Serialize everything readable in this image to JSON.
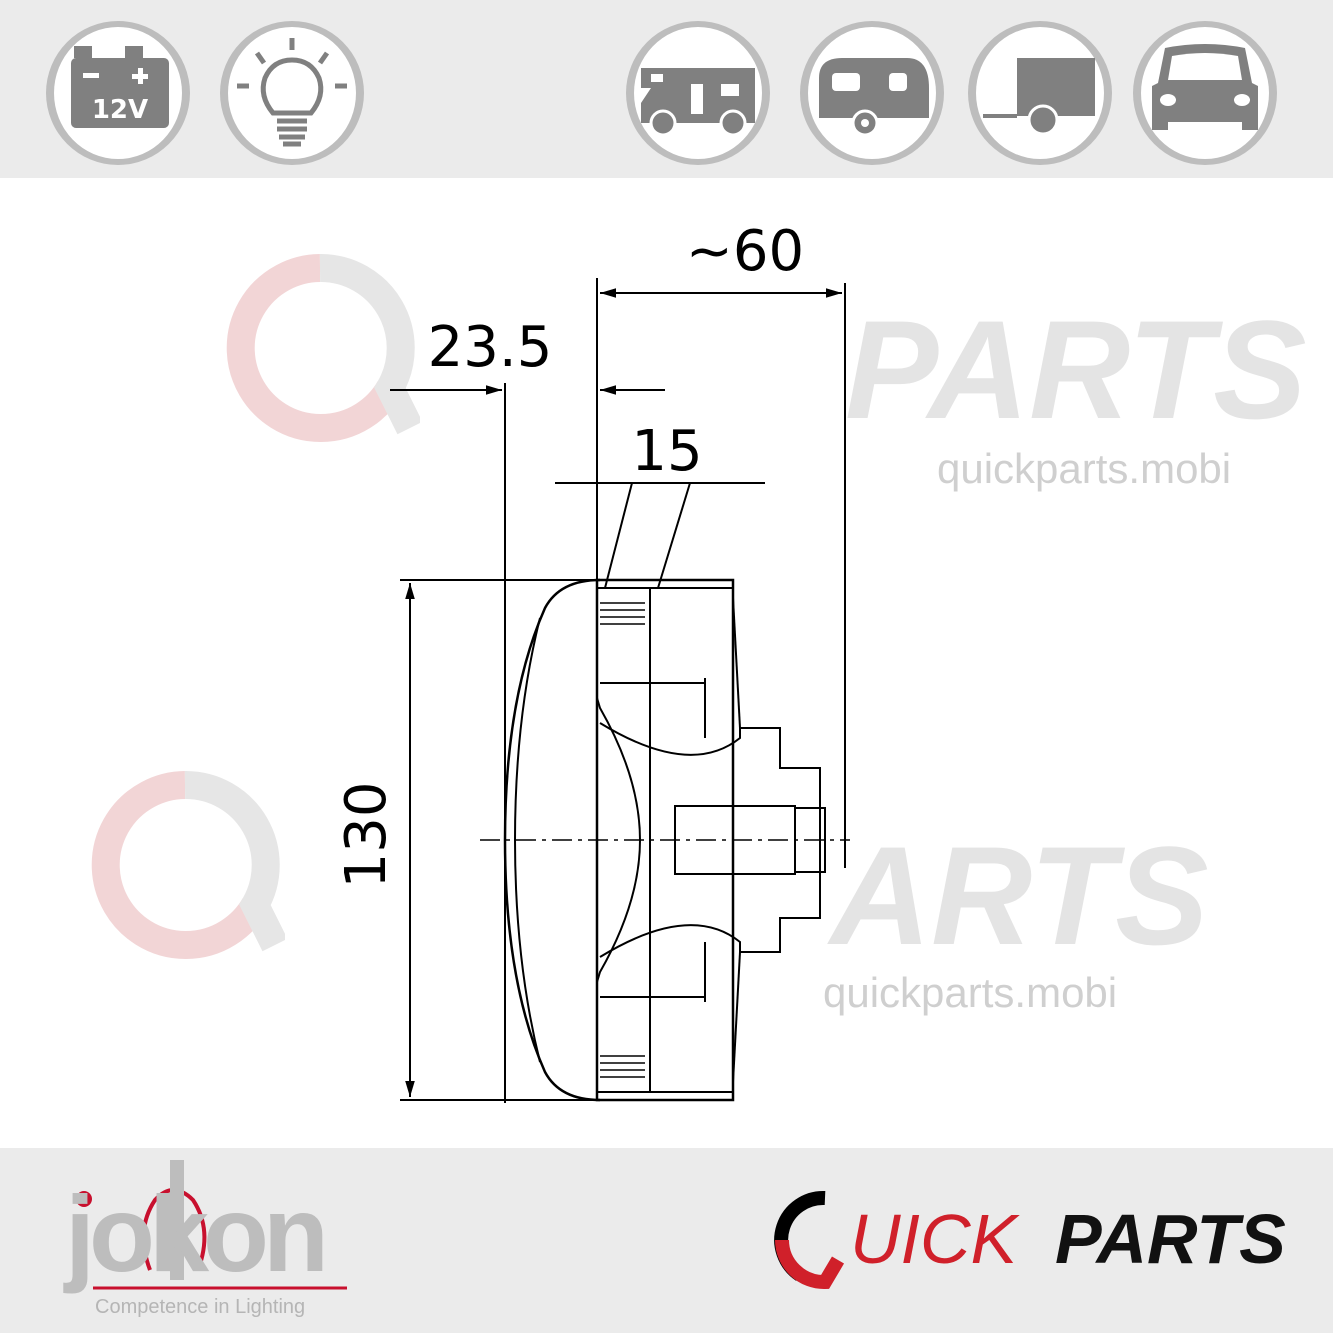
{
  "header": {
    "icons": [
      {
        "name": "battery-12v-icon",
        "label": "12V"
      },
      {
        "name": "light-bulb-icon"
      },
      {
        "name": "motorhome-icon"
      },
      {
        "name": "caravan-icon"
      },
      {
        "name": "trailer-icon"
      },
      {
        "name": "car-icon"
      }
    ],
    "icon_color": "#808080"
  },
  "drawing": {
    "dim_total_depth": "~60",
    "dim_lens_depth": "23.5",
    "dim_mount_depth": "15",
    "dim_height": "130"
  },
  "watermark": {
    "brand": "PARTS",
    "brand_partial": "ARTS",
    "url": "quickparts.mobi"
  },
  "footer": {
    "jokon_logo": "jokon",
    "jokon_tagline": "Competence in Lighting",
    "quickparts_logo_red": "UICK",
    "quickparts_logo_black": "PARTS",
    "brand_red": "#d0202a"
  }
}
